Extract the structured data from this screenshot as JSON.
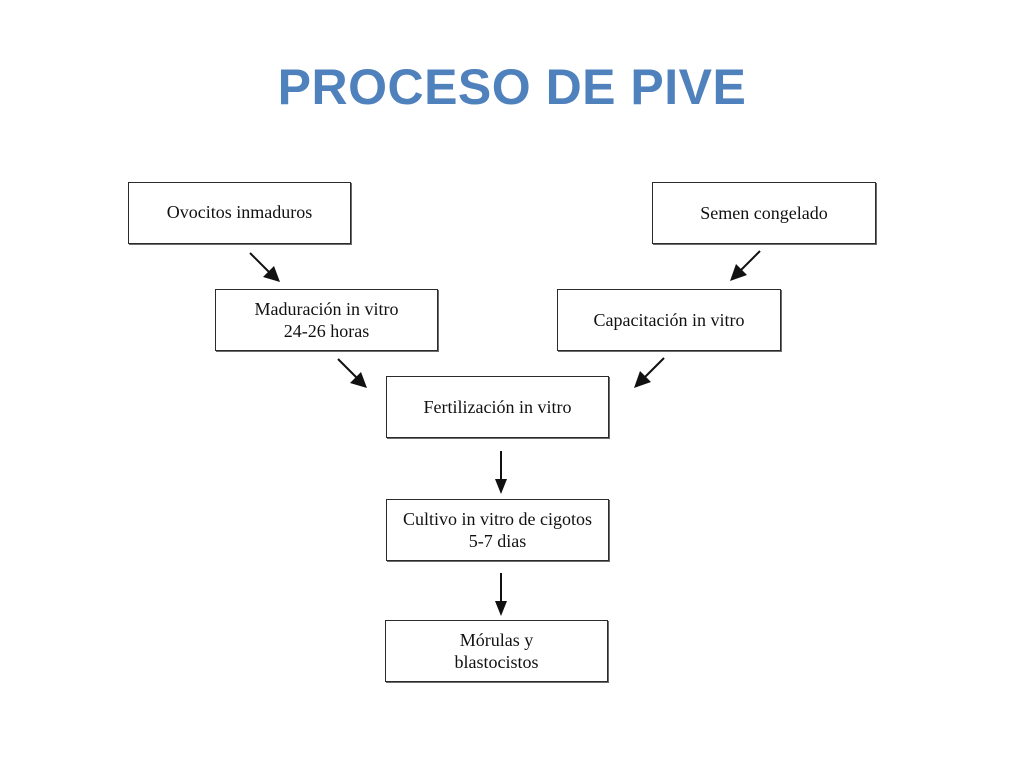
{
  "title": "PROCESO DE PIVE",
  "colors": {
    "title": "#4f81bd",
    "box_border": "#2b2b2b",
    "arrow": "#111111"
  },
  "boxes": {
    "ovocitos": {
      "line1": "Ovocitos inmaduros"
    },
    "semen": {
      "line1": "Semen congelado"
    },
    "maduracion": {
      "line1": "Maduración in vitro",
      "line2": "24-26 horas"
    },
    "capacitacion": {
      "line1": "Capacitación in vitro"
    },
    "fertilizacion": {
      "line1": "Fertilización in vitro"
    },
    "cultivo": {
      "line1": "Cultivo in vitro de cigotos",
      "line2": "5-7 dias"
    },
    "morulas": {
      "line1": "Mórulas y",
      "line2": "blastocistos"
    }
  }
}
